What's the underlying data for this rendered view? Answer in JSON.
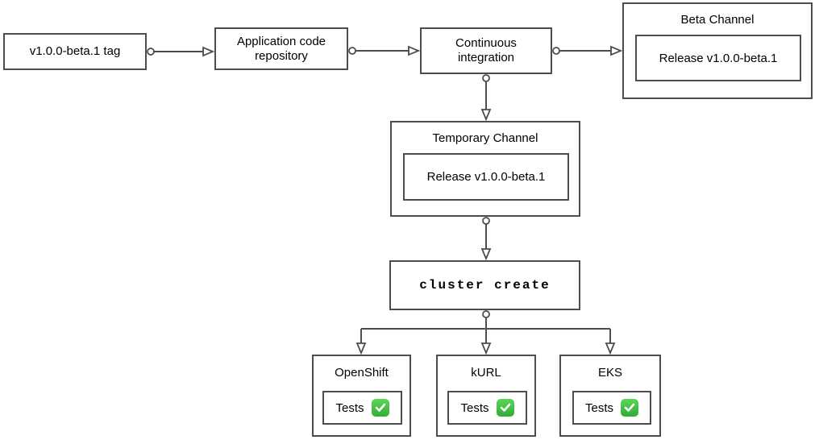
{
  "diagram": {
    "background_color": "#ffffff",
    "stroke_color": "#4d4d4d",
    "text_color": "#000000",
    "check_icon_color": "#2fae34",
    "nodes": {
      "tag": {
        "label": "v1.0.0-beta.1 tag"
      },
      "app_repo": {
        "label": "Application code\nrepository"
      },
      "ci": {
        "label": "Continuous\nintegration"
      },
      "beta_channel": {
        "title": "Beta Channel",
        "release_label": "Release v1.0.0-beta.1"
      },
      "temp_channel": {
        "title": "Temporary Channel",
        "release_label": "Release v1.0.0-beta.1"
      },
      "cluster_create": {
        "label": "cluster create"
      },
      "clusters": [
        {
          "title": "OpenShift",
          "tests_label": "Tests",
          "tests_status_icon": "green-check-passed"
        },
        {
          "title": "kURL",
          "tests_label": "Tests",
          "tests_status_icon": "green-check-passed"
        },
        {
          "title": "EKS",
          "tests_label": "Tests",
          "tests_status_icon": "green-check-passed"
        }
      ]
    }
  }
}
